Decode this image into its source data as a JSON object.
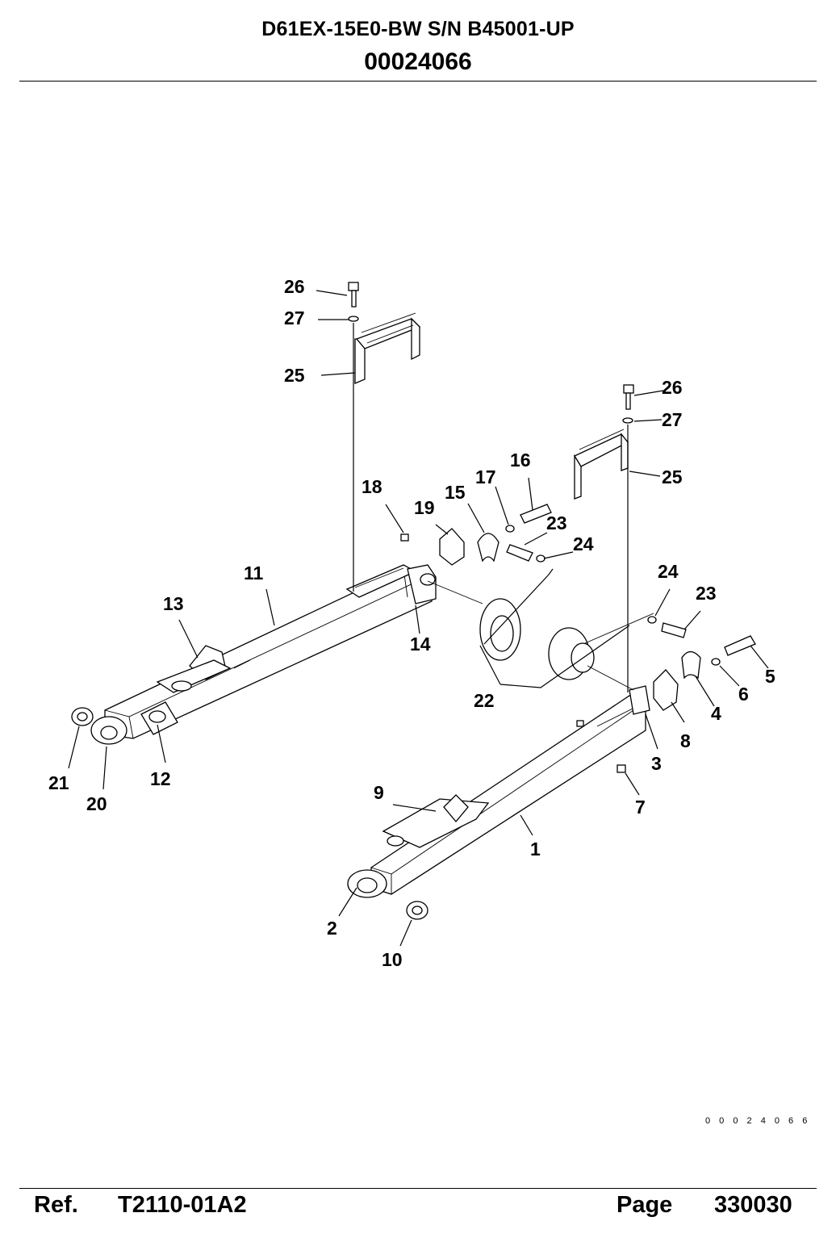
{
  "header": {
    "model": "D61EX-15E0-BW S/N B45001-UP",
    "doc_number": "00024066"
  },
  "diagram": {
    "callouts": [
      "26",
      "27",
      "25",
      "26",
      "27",
      "25",
      "18",
      "19",
      "15",
      "17",
      "16",
      "23",
      "24",
      "11",
      "13",
      "14",
      "22",
      "24",
      "23",
      "5",
      "6",
      "4",
      "8",
      "3",
      "7",
      "21",
      "20",
      "12",
      "9",
      "1",
      "2",
      "10"
    ],
    "image_id": "0 0 0 2 4 0 6 6"
  },
  "footer": {
    "ref_label": "Ref.",
    "ref_value": "T2110-01A2",
    "page_label": "Page",
    "page_value": "330030"
  }
}
